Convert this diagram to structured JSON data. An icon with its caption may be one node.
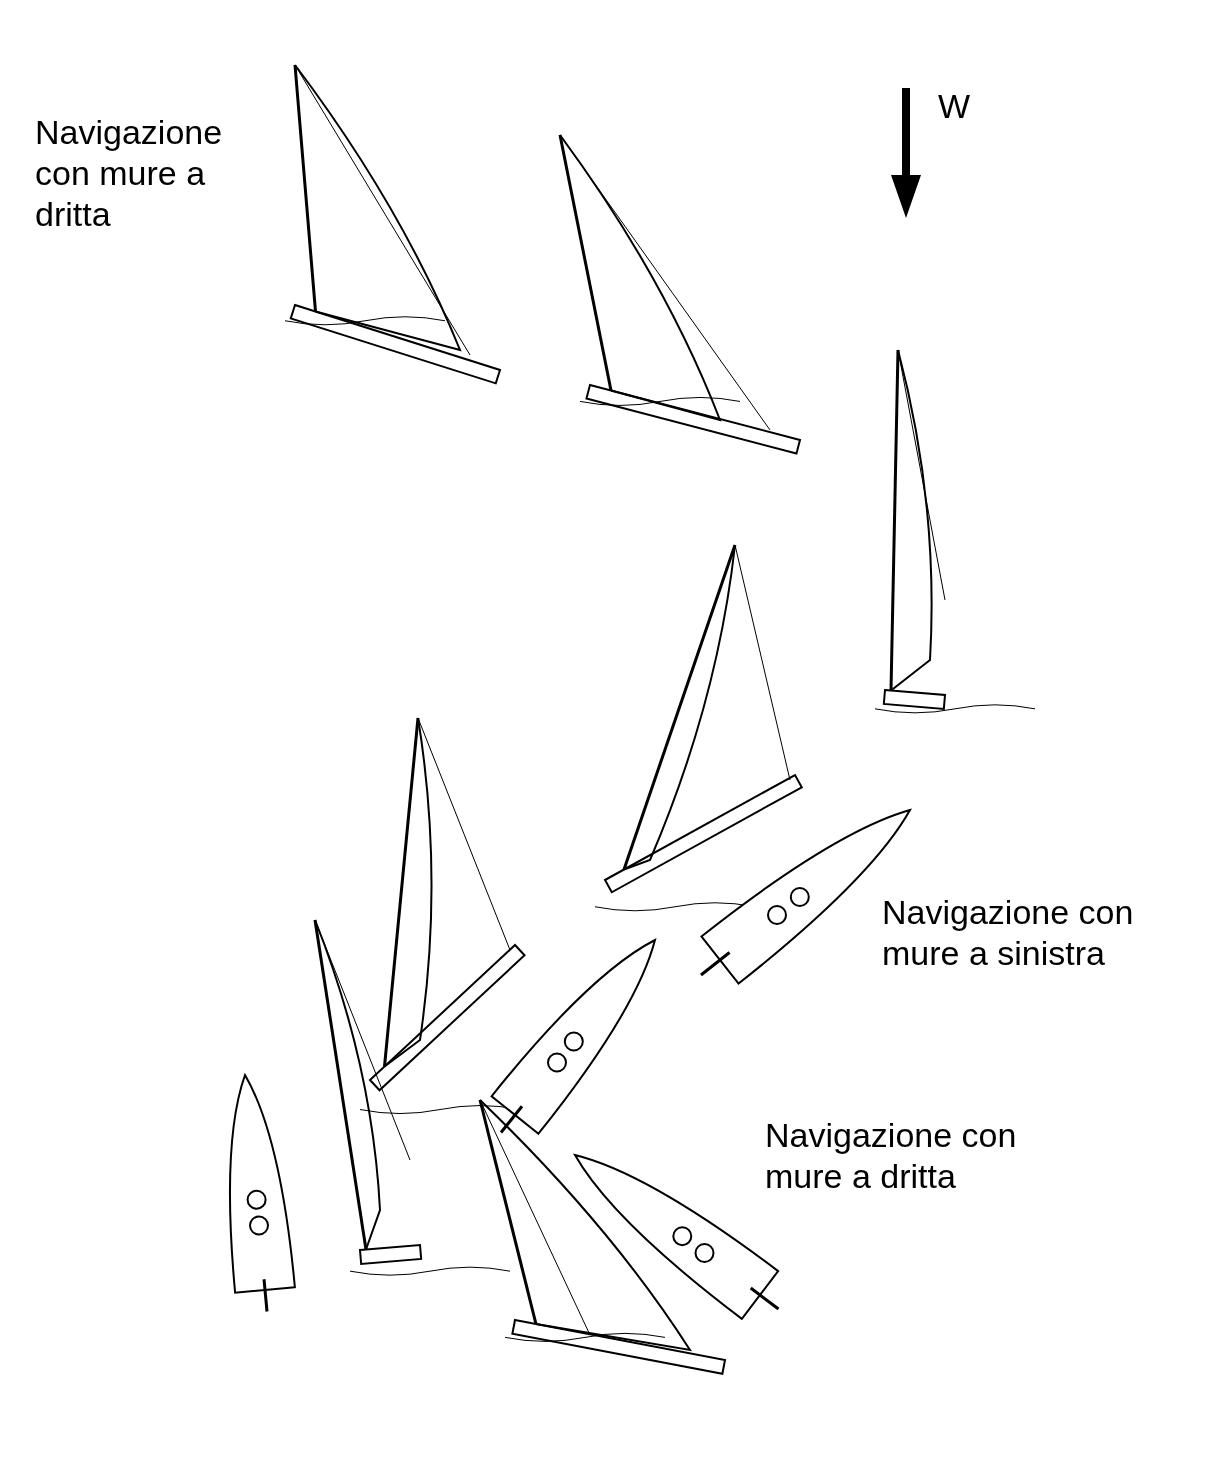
{
  "diagram": {
    "labels": [
      "Navigazione con mure a dritta",
      "W",
      "Navigazione con mure a sinistra",
      "Navigazione con mure a dritta"
    ]
  }
}
